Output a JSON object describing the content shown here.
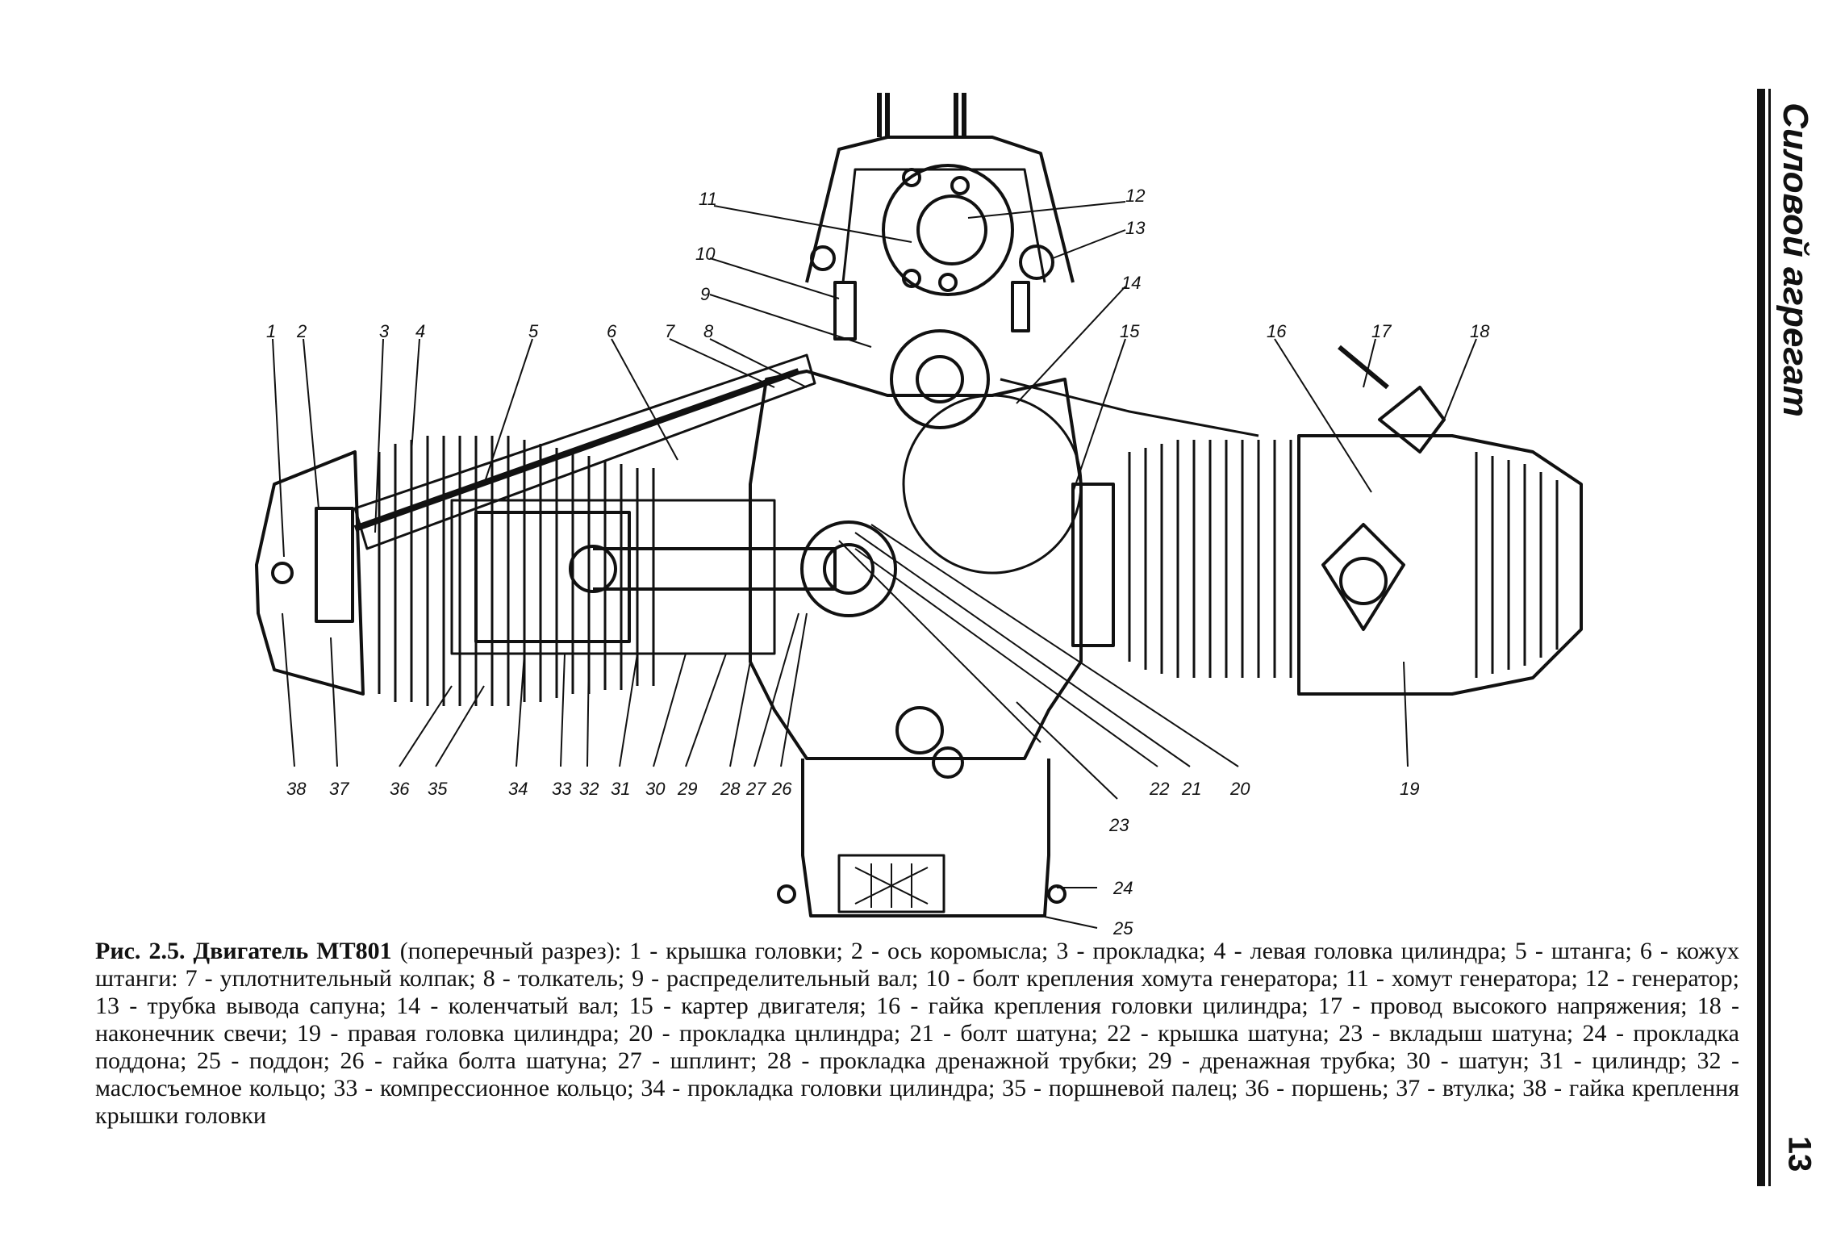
{
  "side_title": "Силовой агрегат",
  "page_number": "13",
  "caption": {
    "label": "Рис. 2.5. Двигатель МТ801",
    "text": " (поперечный разрез): 1 - крышка головки; 2 - ось коромысла; 3 - прокладка; 4 - левая головка цилиндра; 5 - штанга; 6 - кожух штанги: 7 - уплотнительный колпак; 8 - толкатель; 9 - распределительный вал; 10 - болт крепления хомута генератора; 11 - хомут генератора; 12 - генератор; 13 - трубка вывода сапуна; 14 - коленчатый вал; 15 - картер двигателя; 16 - гайка крепления головки цилиндра; 17 - провод высокого напряжения; 18 - наконечник свечи; 19 - правая головка цилиндра; 20 - прокладка цнлиндра; 21 - болт шатуна; 22 - крышка шатуна; 23 - вкладыш шатуна; 24 - прокладка поддона; 25 - поддон; 26 - гайка болта шатуна; 27 - шплинт; 28 - прокладка дренажной трубки; 29 - дренажная трубка; 30 - шатун; 31 - цилиндр; 32 - маслосъемное кольцо; 33 - компрессионное кольцо; 34 - прокладка головки цилиндра; 35 - поршневой палец; 36 - поршень; 37 - втулка; 38 - гайка креплення крышки головки"
  },
  "callouts": {
    "n1": "1",
    "n2": "2",
    "n3": "3",
    "n4": "4",
    "n5": "5",
    "n6": "6",
    "n7": "7",
    "n8": "8",
    "n9": "9",
    "n10": "10",
    "n11": "11",
    "n12": "12",
    "n13": "13",
    "n14": "14",
    "n15": "15",
    "n16": "16",
    "n17": "17",
    "n18": "18",
    "n19": "19",
    "n20": "20",
    "n21": "21",
    "n22": "22",
    "n23": "23",
    "n24": "24",
    "n25": "25",
    "n26": "26",
    "n27": "27",
    "n28": "28",
    "n29": "29",
    "n30": "30",
    "n31": "31",
    "n32": "32",
    "n33": "33",
    "n34": "34",
    "n35": "35",
    "n36": "36",
    "n37": "37",
    "n38": "38"
  },
  "colors": {
    "ink": "#111111",
    "paper": "#ffffff"
  }
}
